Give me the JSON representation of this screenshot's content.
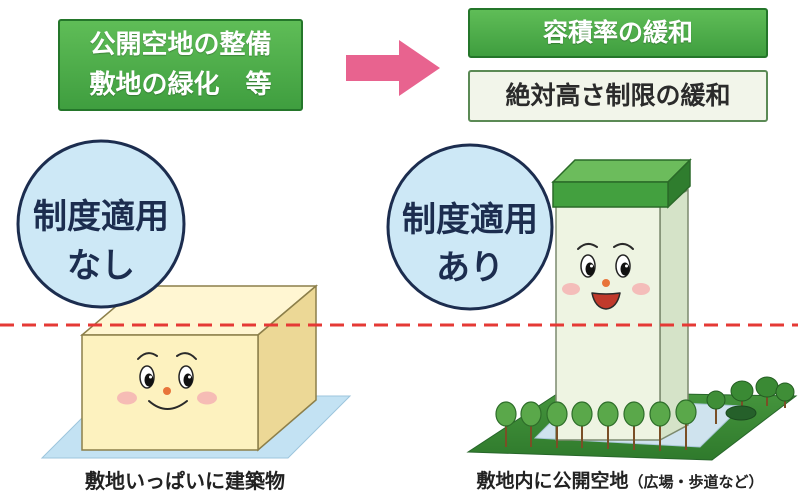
{
  "measures": {
    "line1": "公開空地の整備",
    "line2": "敷地の緑化　等"
  },
  "relaxations": [
    {
      "label": "容積率の緩和"
    },
    {
      "label": "絶対高さ制限の緩和"
    }
  ],
  "left_scenario": {
    "badge_line1": "制度適用",
    "badge_line2": "なし",
    "caption": "敷地いっぱいに建築物"
  },
  "right_scenario": {
    "badge_line1": "制度適用",
    "badge_line2": "あり",
    "caption_main": "敷地内に公開空地",
    "caption_note": "（広場・歩道など）"
  },
  "colors": {
    "green_accent": "#3f9e3f",
    "arrow_pink": "#e8638f",
    "limit_line_red": "#e53935",
    "badge_blue": "#cde8f6"
  }
}
